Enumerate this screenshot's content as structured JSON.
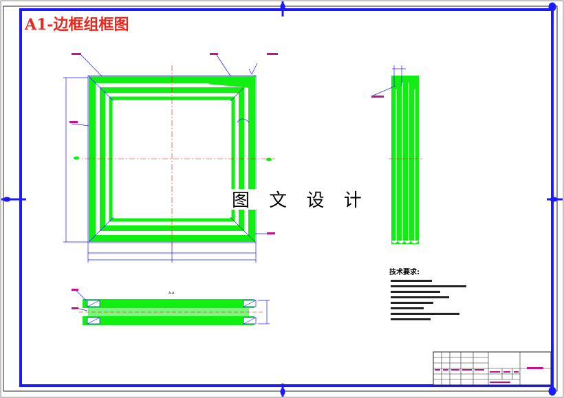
{
  "title": "A1-边框组框图",
  "watermark": "图 文 设 计",
  "section_label": "A-A",
  "tech_requirements": {
    "heading": "技术要求:",
    "lines": [
      "",
      "",
      "",
      "",
      "",
      "",
      "",
      "",
      ""
    ]
  },
  "colors": {
    "border": "#1a1aff",
    "frame": "#11ee11",
    "center_line": "#e01010",
    "dimension": "#1a1aff",
    "title": "#e6281e",
    "title_block_text": "#c8108c"
  }
}
